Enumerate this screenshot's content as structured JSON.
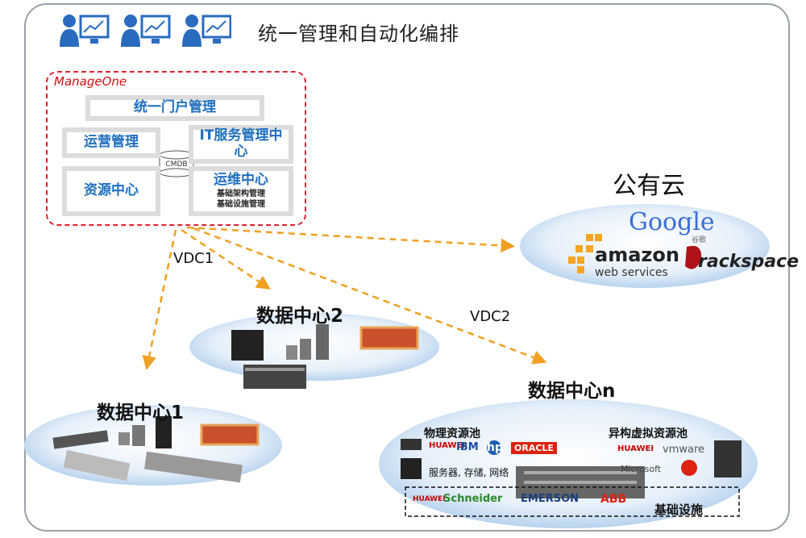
{
  "title": "统一管理和自动化编排",
  "manageone": {
    "label": "ManageOne",
    "portal": "统一门户管理",
    "operations": "运营管理",
    "it_service": "IT服务管理中心",
    "resource_center": "资源中心",
    "om_center": "运维中心",
    "om_sub1": "基础架构管理",
    "om_sub2": "基础设施管理",
    "cmdb": "CMDB"
  },
  "links": {
    "vdc1": "VDC1",
    "vdc2": "VDC2"
  },
  "public_cloud": {
    "title": "公有云",
    "google": "Google",
    "google_sub": "谷歌",
    "amazon": "amazon",
    "amazon_sub": "web services",
    "rackspace": "rackspace"
  },
  "datacenters": {
    "dc1": "数据中心1",
    "dc2": "数据中心2",
    "dcn": "数据中心n"
  },
  "dcn": {
    "physical_pool": "物理资源池",
    "hetero_pool": "异构虚拟资源池",
    "physical_note": "服务器, 存储, 网络",
    "infrastructure": "基础设施",
    "vendors": {
      "huawei": "HUAWEI",
      "ibm": "IBM",
      "hp": "hp",
      "oracle": "ORACLE",
      "vmware": "vmware",
      "microsoft": "Microsoft",
      "schneider": "Schneider",
      "emerson": "EMERSON",
      "abb": "ABB"
    }
  },
  "colors": {
    "accent": "#1f6fbf",
    "arrow": "#f0a020",
    "frame": "#9aa0a6",
    "cloud": "#bcd6f0"
  }
}
